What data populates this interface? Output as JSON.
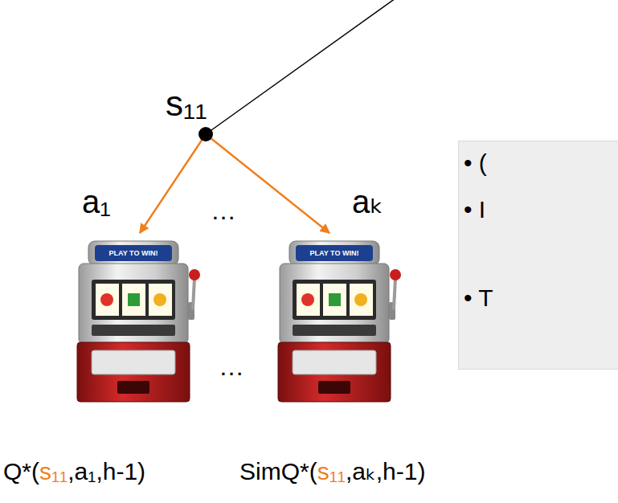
{
  "diagram": {
    "nodes": [
      {
        "text": [
          "• (",
          "• I",
          "• T"
        ]
      }
    ],
    "labels": [
      "s₁₁",
      "a₁",
      "…",
      "aₖ",
      "PLAY TO WIN!",
      "PLAY TO WIN!",
      "…",
      "Q*(",
      "s₁₁",
      ",a₁,h-1)",
      "SimQ*(",
      "s₁₁",
      ",aₖ,h-1)"
    ]
  }
}
